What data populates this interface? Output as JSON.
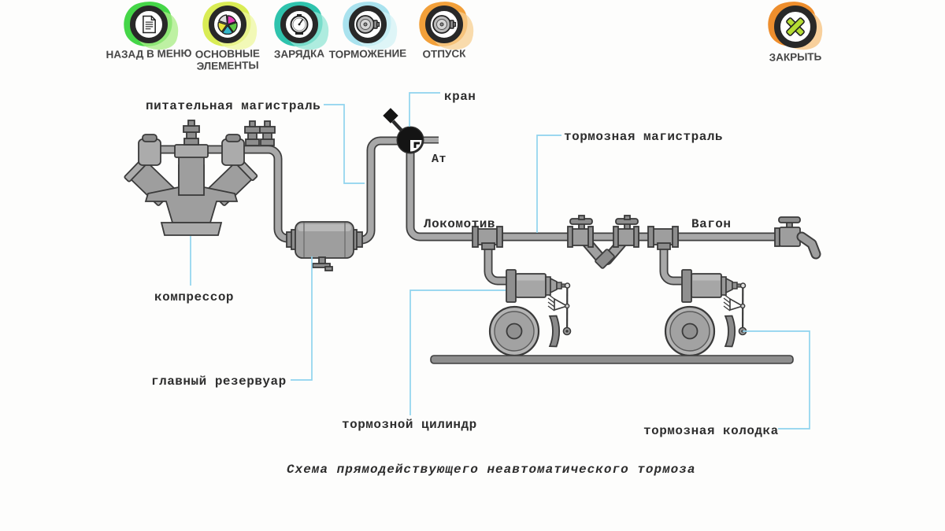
{
  "toolbar": {
    "buttons": [
      {
        "label": "НАЗАД В МЕНЮ",
        "icon": "document",
        "blob_color": "#45d648"
      },
      {
        "label": "ОСНОВНЫЕ ЭЛЕМЕНТЫ",
        "icon": "pie-chart",
        "blob_color": "#d9ec55"
      },
      {
        "label": "ЗАРЯДКА",
        "icon": "pressure-gauge",
        "blob_color": "#2fc3ad"
      },
      {
        "label": "ТОРМОЖЕНИЕ",
        "icon": "brake-cylinder",
        "blob_color": "#a9e2ee"
      },
      {
        "label": "ОТПУСК",
        "icon": "brake-cylinder",
        "blob_color": "#f2a03a"
      }
    ],
    "close_button": {
      "label": "ЗАКРЫТЬ",
      "icon": "close-x",
      "blob_color": "#ee8e2d"
    }
  },
  "diagram": {
    "labels": {
      "feed_line": "питательная магистраль",
      "valve": "кран",
      "atmosphere": "Ат",
      "brake_line": "тормозная магистраль",
      "locomotive": "Локомотив",
      "wagon": "Вагон",
      "compressor": "компрессор",
      "main_reservoir": "главный резервуар",
      "brake_cylinder": "тормозной цилиндр",
      "brake_shoe": "тормозная колодка"
    },
    "caption": "Схема прямодействующего неавтоматического тормоза"
  },
  "colors": {
    "leader_line": "#8fd3ee",
    "pipe_outline": "#3e3e3e",
    "pipe_fill": "#a8a8a8",
    "metal_fill": "#9e9e9e",
    "label_text": "#2d2d2d",
    "icon_ring": "#282828"
  }
}
